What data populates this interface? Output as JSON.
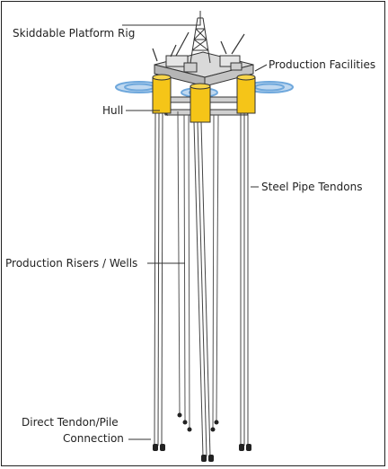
{
  "labels": {
    "rig": "Skiddable Platform Rig",
    "facilities": "Production Facilities",
    "hull": "Hull",
    "tendons": "Steel Pipe Tendons",
    "risers": "Production Risers / Wells",
    "connection_line1": "Direct Tendon/Pile",
    "connection_line2": "Connection"
  },
  "colors": {
    "hull_yellow": "#F5C518",
    "water_blue": "#6FA8DC",
    "structure_grey": "#C8C8C8",
    "outline": "#333333"
  }
}
